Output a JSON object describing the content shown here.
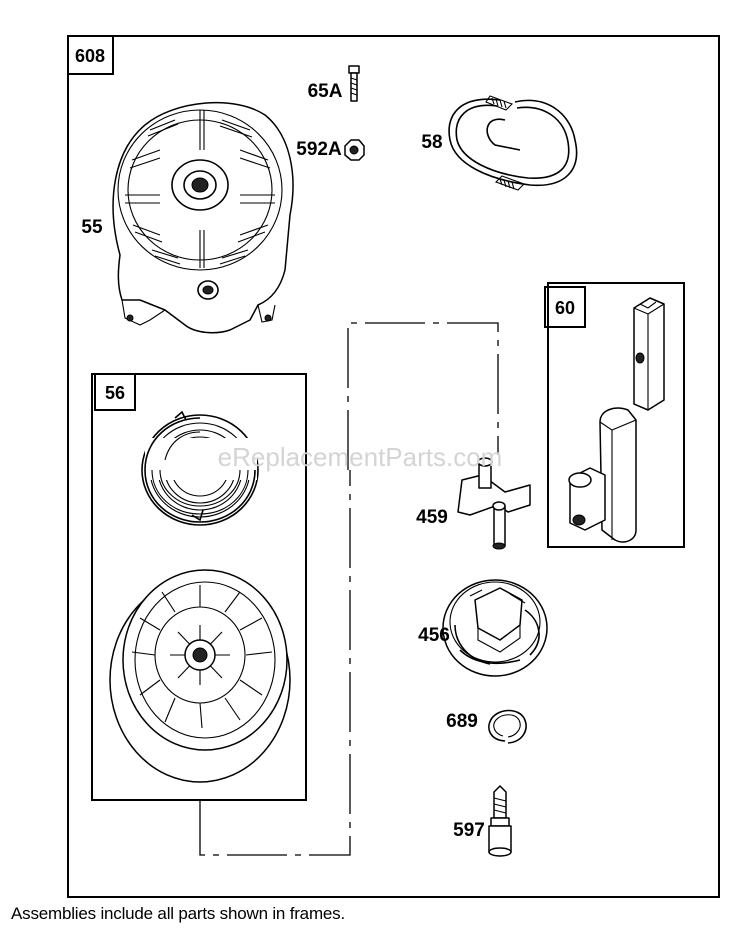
{
  "diagram": {
    "assembly_number": "608",
    "frames": [
      {
        "label": "56"
      },
      {
        "label": "60"
      }
    ],
    "part_labels": {
      "p55": "55",
      "p65a": "65A",
      "p592a": "592A",
      "p58": "58",
      "p459": "459",
      "p456": "456",
      "p689": "689",
      "p597": "597"
    },
    "watermark": "eReplacementParts.com",
    "footnote": "Assemblies include all parts shown in frames."
  }
}
